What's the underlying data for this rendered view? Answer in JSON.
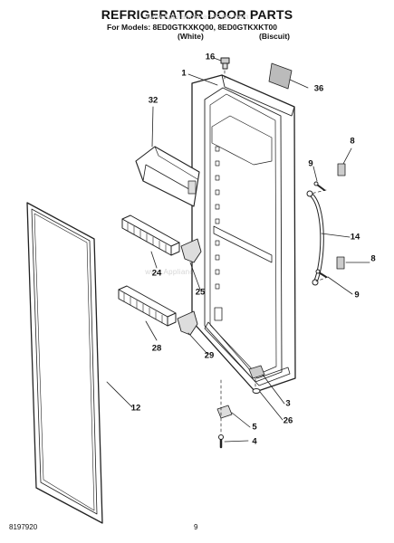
{
  "header": {
    "title": "REFRIGERATOR DOOR PARTS",
    "models_line": "For Models: 8ED0GTKXKQ00, 8ED0GTKXKT00",
    "variant_white": "(White)",
    "variant_biscuit": "(Biscuit)"
  },
  "watermark": "www.AppliancePartsPros.com",
  "footer": {
    "doc_number": "8197920",
    "page_number": "9"
  },
  "parts": [
    {
      "id": "p16",
      "label": "16"
    },
    {
      "id": "p1",
      "label": "1"
    },
    {
      "id": "p36",
      "label": "36"
    },
    {
      "id": "p32",
      "label": "32"
    },
    {
      "id": "p8a",
      "label": "8"
    },
    {
      "id": "p9a",
      "label": "9"
    },
    {
      "id": "p14",
      "label": "14"
    },
    {
      "id": "p8b",
      "label": "8"
    },
    {
      "id": "p9b",
      "label": "9"
    },
    {
      "id": "p24",
      "label": "24"
    },
    {
      "id": "p25",
      "label": "25"
    },
    {
      "id": "p28",
      "label": "28"
    },
    {
      "id": "p29",
      "label": "29"
    },
    {
      "id": "p12",
      "label": "12"
    },
    {
      "id": "p3",
      "label": "3"
    },
    {
      "id": "p26",
      "label": "26"
    },
    {
      "id": "p5",
      "label": "5"
    },
    {
      "id": "p4",
      "label": "4"
    }
  ]
}
